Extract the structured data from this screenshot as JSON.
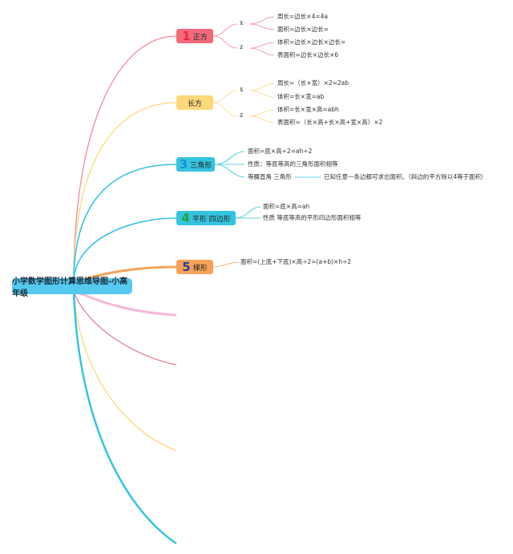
{
  "root": {
    "label": "小学数学图形计算思维导图-小高年级"
  },
  "branches": [
    {
      "num": "1",
      "label": "正方",
      "color": "#f26a7c",
      "num_color": "#e8273f"
    },
    {
      "num": "",
      "label": "长方",
      "color": "#fcd97a",
      "num_color": "#e8a400"
    },
    {
      "num": "3",
      "label": "三角形",
      "color": "#35c4e0",
      "num_color": "#1a8fd6"
    },
    {
      "num": "4",
      "label": "平形 四边形",
      "color": "#35c4e0",
      "num_color": "#22a33b"
    },
    {
      "num": "5",
      "label": "梯形",
      "color": "#f6a35a",
      "num_color": "#2a3f8f"
    }
  ],
  "groups": {
    "square_x": "x",
    "square_z": "z",
    "rect_x": "x",
    "rect_z": "z"
  },
  "leaves": {
    "square_perimeter": "周长=边长×4=4a",
    "square_area": "面积=边长×边长=",
    "cube_volume": "体积=边长×边长×边长=",
    "cube_surface": "表面积=边长×边长×6",
    "rect_perimeter": "周长=（长+宽）×2=2ab",
    "rect_area": "体积=长×宽=ab",
    "cuboid_volume": "体积=长×宽×高=abh",
    "cuboid_surface": "表面积=（长×高+长×高+宽×高）×2",
    "tri_area": "面积=底×高÷2=ah÷2",
    "tri_property": "性质：等底等高的三角形面积相等",
    "tri_isosceles": "等腰直角 三角形",
    "tri_isosceles_note": "已知任意一条边都可求出面积。（斜边的平方除以4等于面积）",
    "para_area": "面积=底×高=ah",
    "para_property": "性质 等底等高的平形四边形面积相等",
    "trap_area": "面积=(上底+下底)×高÷2=(a+b)×h÷2"
  }
}
